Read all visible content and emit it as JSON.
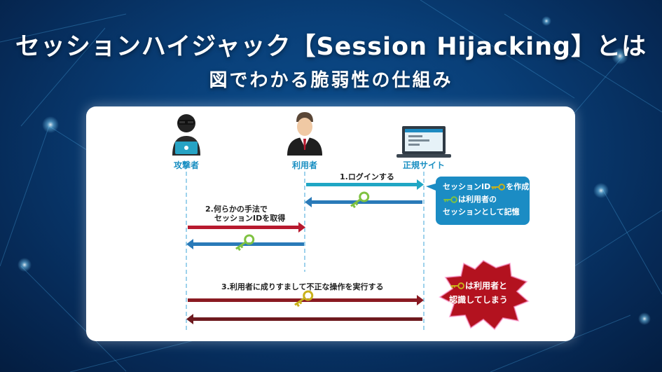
{
  "header": {
    "title": "セッションハイジャック【Session Hijacking】とは",
    "subtitle": "図でわかる脆弱性の仕組み"
  },
  "actors": {
    "attacker": "攻撃者",
    "user": "利用者",
    "site": "正規サイト"
  },
  "messages": {
    "step1": "1.ログインする",
    "step2_line1": "2.何らかの手法で",
    "step2_line2": "セッションIDを取得",
    "step3": "3.利用者に成りすまして不正な操作を実行する"
  },
  "note": {
    "line1_a": "セッションID",
    "line1_b": "を作成",
    "line2": "は利用者の",
    "line3": "セッションとして記憶"
  },
  "burst": {
    "line1": "は利用者と",
    "line2": "認識してしまう"
  },
  "colors": {
    "teal_arrow": "#20a6c4",
    "blue_arrow": "#2a7ab8",
    "red_arrow": "#b8192e",
    "dark_red_arrow": "#6e1a1f",
    "key_gold": "#c9b11a",
    "key_green": "#7fc241",
    "note_bg": "#1b8cc4",
    "burst_bg": "#b3121f"
  }
}
